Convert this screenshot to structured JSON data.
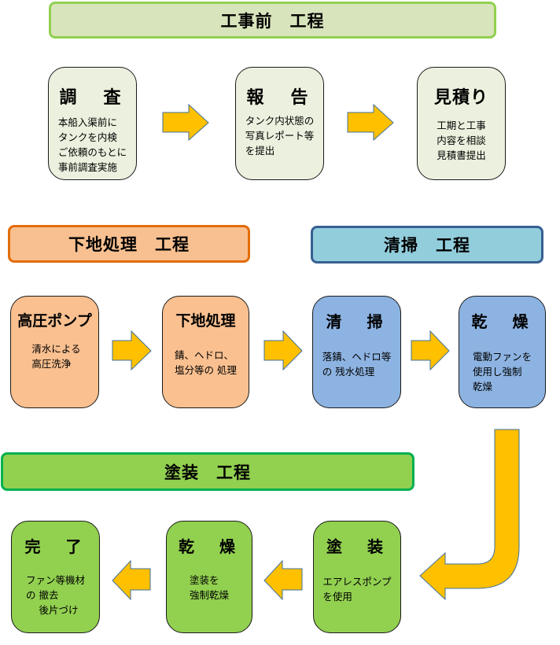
{
  "colors": {
    "arrow": "#FFC000",
    "arrow_border": "#41719C",
    "pre_phase_fill": "#D8E4BC",
    "pre_phase_border": "#92D050",
    "pre_box_fill": "#EBF1DE",
    "prep_phase_fill": "#F8C090",
    "prep_phase_border": "#E36C09",
    "prep_box_fill": "#FAC090",
    "clean_phase_fill": "#92CDDC",
    "clean_phase_border": "#376092",
    "clean_box_fill": "#8DB3E2",
    "paint_phase_fill": "#92D050",
    "paint_phase_border": "#00B050",
    "paint_box_fill": "#92D050"
  },
  "phases": {
    "pre": "工事前　工程",
    "prep": "下地処理　工程",
    "clean": "清掃　工程",
    "paint": "塗装　工程"
  },
  "steps": {
    "survey": {
      "title": "調　査",
      "desc": "本船入渠前に\nタンクを内検\nご依頼のもとに\n事前調査実施"
    },
    "report": {
      "title": "報　告",
      "desc": "タンク内状態の\n写真レポート等\nを提出"
    },
    "estimate": {
      "title": "見積り",
      "desc": "工期と工事\n内容を相談\n見積書提出"
    },
    "hp_pump": {
      "title": "高圧ポンプ",
      "desc": " 清水による\n 高圧洗浄"
    },
    "surface": {
      "title": "下地処理",
      "desc": "錆、ヘドロ、\n塩分等の 処理"
    },
    "cleaning": {
      "title": "清　掃",
      "desc": "落錆、ヘドロ等\nの 残水処理"
    },
    "dry_fan": {
      "title": "乾　燥",
      "desc": "電動ファンを\n使用し強制\n乾燥"
    },
    "painting": {
      "title": "塗　装",
      "desc": "エアレスポンプ\nを使用"
    },
    "dry_paint": {
      "title": "乾　燥",
      "desc": "塗装を\n強制乾燥"
    },
    "complete": {
      "title": "完　了",
      "desc": "ファン等機材\nの 撤去\n　 後片づけ"
    }
  }
}
